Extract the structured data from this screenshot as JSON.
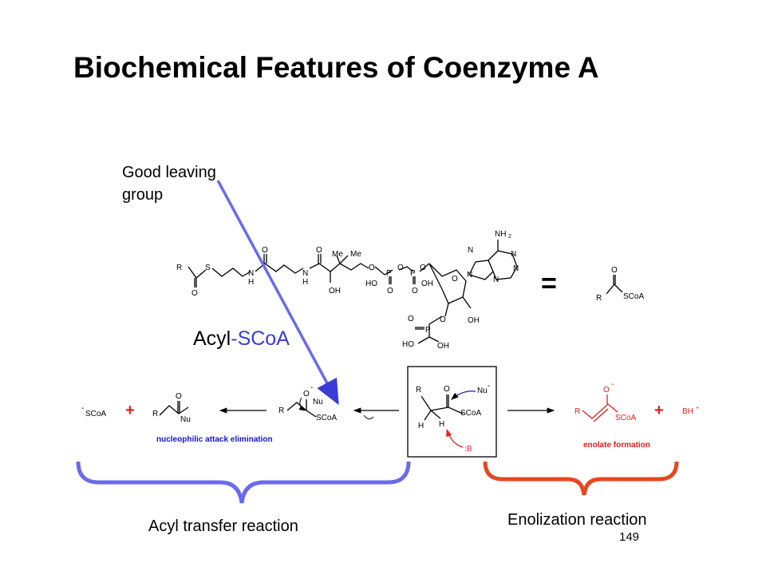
{
  "slide": {
    "title": "Biochemical Features of Coenzyme A",
    "page_number": "149"
  },
  "annotations": {
    "leaving_group_line1": "Good leaving",
    "leaving_group_line2": "group",
    "acyl_prefix": "Acyl",
    "acyl_dash": "-",
    "acyl_suffix": "SCoA",
    "nucleophilic_label": "nucleophilic attack elimination",
    "enolate_label": "enolate formation",
    "acyl_transfer_label": "Acyl transfer reaction",
    "enolization_label": "Enolization reaction"
  },
  "coa_structure": {
    "atoms": {
      "R": "R",
      "S": "S",
      "O": "O",
      "N": "N",
      "H": "H",
      "Me": "Me",
      "OH": "OH",
      "HO": "HO",
      "P": "P",
      "NH2": "NH",
      "two": "2"
    },
    "equals": "=",
    "short_R": "R",
    "short_O": "O",
    "short_SCoA": "SCoA"
  },
  "reaction_scheme": {
    "products_left": {
      "minus": "-",
      "scoa": "SCoA",
      "plus": "+",
      "R": "R",
      "O": "O",
      "Nu": "Nu"
    },
    "tetrahedral": {
      "R": "R",
      "O": "O",
      "minus": "-",
      "Nu": "Nu",
      "SCoA": "SCoA"
    },
    "center_box": {
      "R": "R",
      "O": "O",
      "H": "H",
      "SCoA": "SCoA",
      "Nu": "Nu",
      "minus": "-",
      "B": ":B"
    },
    "enolate": {
      "R": "R",
      "O": "O",
      "minus": "-",
      "SCoA": "SCoA",
      "plus": "+",
      "BH": "BH",
      "BH_charge": "+"
    }
  },
  "colors": {
    "blue_arrow": "#6a6af0",
    "blue_brace": "#6a6af0",
    "red_brace": "#e8461f",
    "red_text": "#e1211b",
    "blue_text": "#1515c8"
  }
}
